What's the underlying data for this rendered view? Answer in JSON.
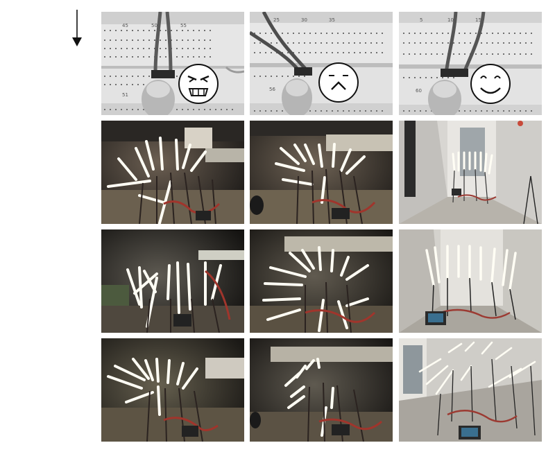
{
  "figure": {
    "arrow_icon": "down-arrow-icon",
    "row1_tick_labels": [
      {
        "a": "45",
        "b": "50",
        "c": "55"
      },
      {
        "a": "25",
        "b": "30",
        "c": "35"
      },
      {
        "a": "5",
        "b": "10",
        "c": "15"
      }
    ],
    "row1_bottom_labels": [
      "51",
      "56",
      "60"
    ],
    "faces": [
      "angry-face-icon",
      "neutral-face-icon",
      "smiling-face-icon"
    ]
  }
}
